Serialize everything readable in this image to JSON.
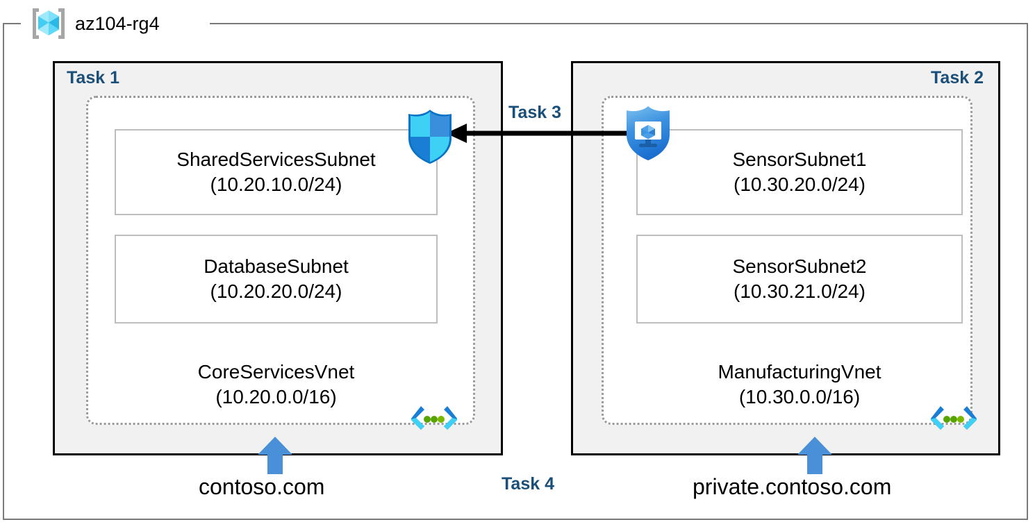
{
  "resource_group": {
    "name": "az104-rg4",
    "icon": "resource-group-cube-icon"
  },
  "tasks": {
    "task1": "Task 1",
    "task2": "Task 2",
    "task3": "Task 3",
    "task4": "Task 4"
  },
  "vnets": [
    {
      "id": "corevnet",
      "name": "CoreServicesVnet",
      "cidr": "(10.20.0.0/16)",
      "icon": "virtual-network-icon",
      "subnets": [
        {
          "name": "SharedServicesSubnet",
          "cidr": "(10.20.10.0/24)"
        },
        {
          "name": "DatabaseSubnet",
          "cidr": "(10.20.20.0/24)"
        }
      ]
    },
    {
      "id": "manufacturingvnet",
      "name": "ManufacturingVnet",
      "cidr": "(10.30.0.0/16)",
      "icon": "virtual-network-icon",
      "subnets": [
        {
          "name": "SensorSubnet1",
          "cidr": "(10.30.20.0/24)"
        },
        {
          "name": "SensorSubnet2",
          "cidr": "(10.30.21.0/24)"
        }
      ]
    }
  ],
  "security_icons": {
    "firewall": "shield-quadrant-icon",
    "defender": "defender-shield-monitor-icon"
  },
  "connection": {
    "name": "peering-arrow",
    "direction": "right-to-left",
    "label": "Task 3"
  },
  "dns_zones": [
    {
      "name": "contoso.com",
      "arrow": "dns-up-arrow"
    },
    {
      "name": "private.contoso.com",
      "arrow": "dns-up-arrow"
    }
  ],
  "colors": {
    "task_label": "#1a4f7a",
    "panel_fill": "#f1f1f1",
    "panel_border": "#000000",
    "vnet_border": "#9a9a9a",
    "subnet_border": "#bdbdbd",
    "arrow_blue": "#4a90d9",
    "frame_gray": "#7a7a7a"
  }
}
